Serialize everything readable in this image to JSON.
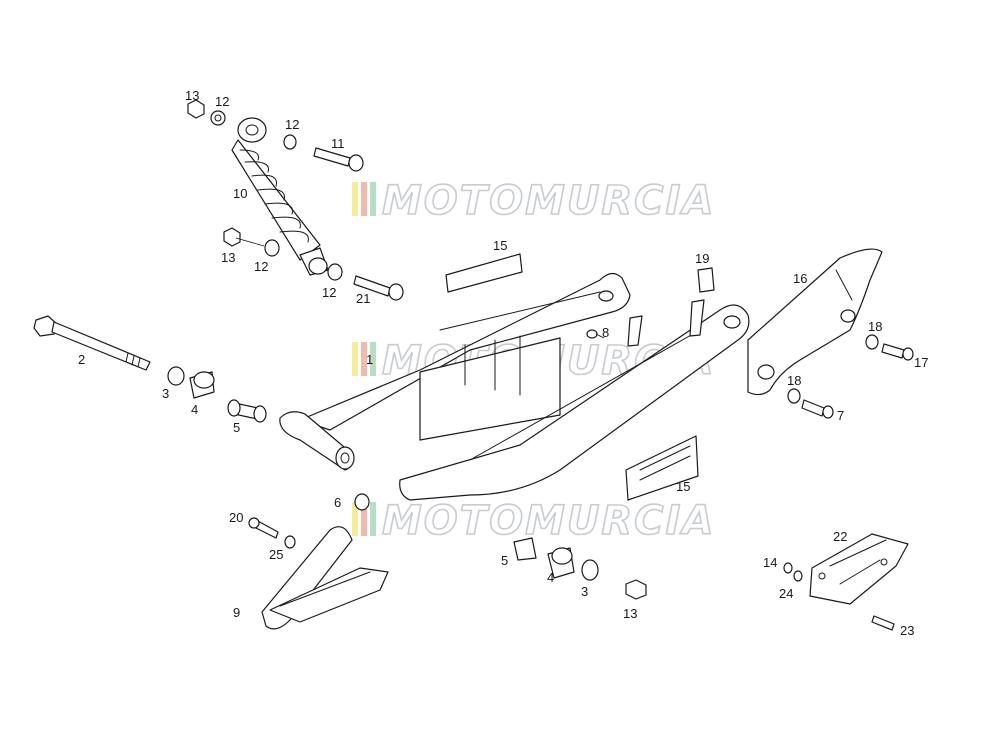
{
  "callouts": {
    "c1": "1",
    "c2": "2",
    "c3a": "3",
    "c3b": "3",
    "c4a": "4",
    "c4b": "4",
    "c5a": "5",
    "c5b": "5",
    "c6": "6",
    "c7": "7",
    "c8": "8",
    "c9": "9",
    "c10": "10",
    "c11": "11",
    "c12a": "12",
    "c12b": "12",
    "c12c": "12",
    "c12d": "12",
    "c13a": "13",
    "c13b": "13",
    "c13c": "13",
    "c14": "14",
    "c15a": "15",
    "c15b": "15",
    "c16": "16",
    "c17": "17",
    "c18a": "18",
    "c18b": "18",
    "c19": "19",
    "c20": "20",
    "c21": "21",
    "c22": "22",
    "c23": "23",
    "c24": "24",
    "c25": "25"
  },
  "watermark": {
    "text": "MOTOMURCIA",
    "bar_colors": [
      "#f3ec9a",
      "#f2b9b0",
      "#b9dcc4"
    ]
  }
}
